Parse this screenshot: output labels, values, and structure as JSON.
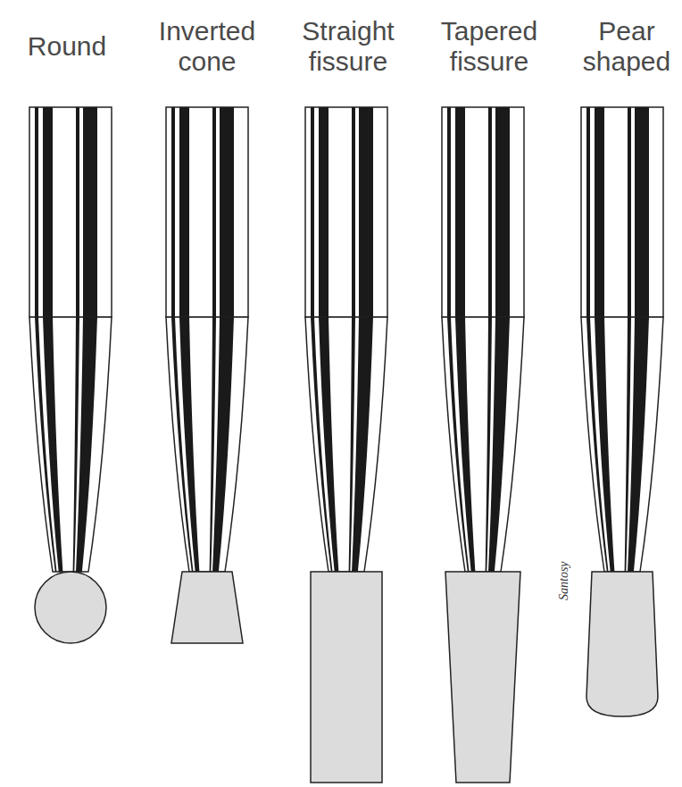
{
  "diagram": {
    "labels": [
      "Round",
      "Inverted cone",
      "Straight fissure",
      "Tapered fissure",
      "Pear shaped",
      "Santosy"
    ]
  }
}
